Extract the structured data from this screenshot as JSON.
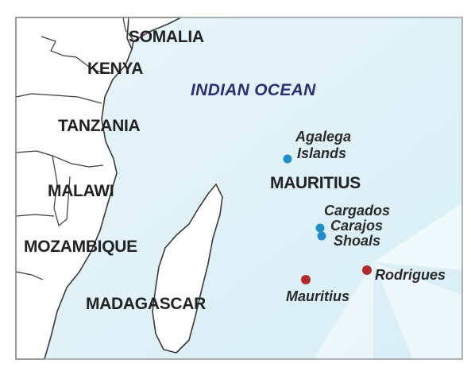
{
  "map": {
    "ocean_label": "INDIAN OCEAN",
    "countries": {
      "somalia": "SOMALIA",
      "kenya": "KENYA",
      "tanzania": "TANZANIA",
      "malawi": "MALAWI",
      "mozambique": "MOZAMBIQUE",
      "madagascar": "MADAGASCAR",
      "mauritius": "MAURITIUS"
    },
    "islands": {
      "agalega_line1": "Agalega",
      "agalega_line2": "Islands",
      "cargados_line1": "Cargados",
      "cargados_line2": "Carajos",
      "cargados_line3": "Shoals",
      "rodrigues": "Rodrigues",
      "mauritius": "Mauritius"
    },
    "colors": {
      "ocean": "#e3f3f9",
      "land": "#ffffff",
      "coast": "#3a3a3a",
      "ocean_label": "#2a2f7a",
      "blue_marker": "#1e8fc9",
      "red_marker": "#b52a2a",
      "frame": "#9a9a9a"
    }
  }
}
